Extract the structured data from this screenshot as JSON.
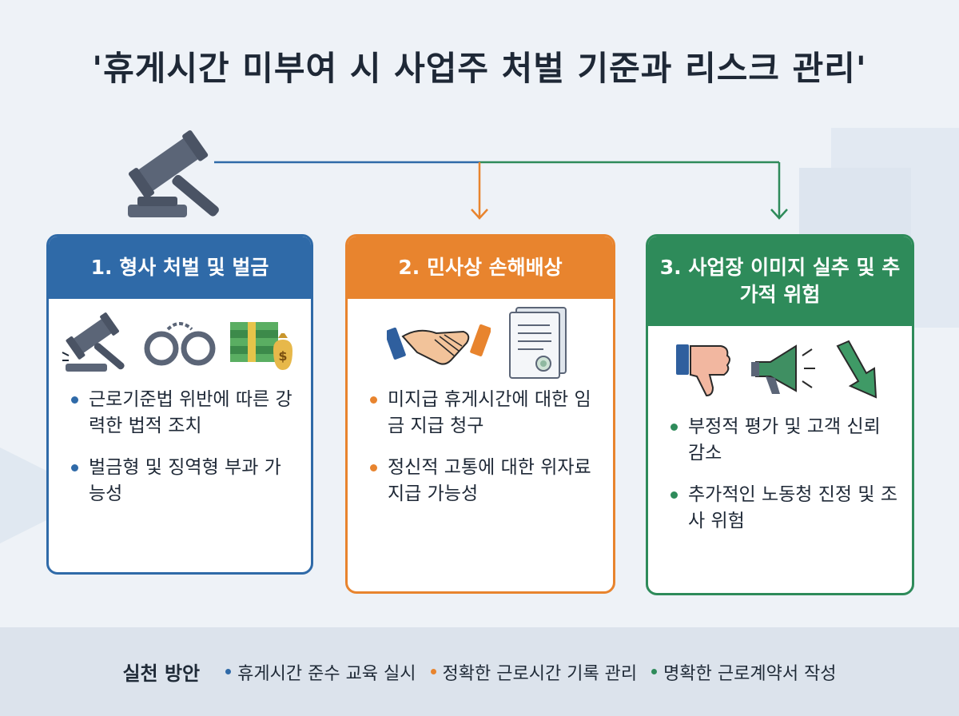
{
  "title": "'휴게시간 미부여 시 사업주 처벌 기준과 리스크 관리'",
  "colors": {
    "blue": "#2f6aa8",
    "orange": "#e8842e",
    "green": "#2e8b5a"
  },
  "cards": [
    {
      "title": "1. 형사 처벌 및 벌금",
      "icons": [
        "gavel-icon",
        "handcuffs-icon",
        "money-icon"
      ],
      "bullets": [
        "근로기준법 위반에 따른 강력한 법적 조치",
        "벌금형 및 징역형 부과 가능성"
      ]
    },
    {
      "title": "2. 민사상 손해배상",
      "icons": [
        "handshake-icon",
        "document-icon"
      ],
      "bullets": [
        "미지급 휴게시간에 대한 임금 지급 청구",
        "정신적 고통에 대한 위자료 지급 가능성"
      ]
    },
    {
      "title": "3. 사업장 이미지 실추 및 추가적 위험",
      "icons": [
        "thumbs-down-icon",
        "megaphone-icon",
        "down-arrow-icon"
      ],
      "bullets": [
        "부정적 평가 및 고객 신뢰 감소",
        "추가적인 노동청 진정 및 조사 위험"
      ]
    }
  ],
  "footer": {
    "label": "실천 방안",
    "items": [
      "휴게시간 준수 교육 실시",
      "정확한 근로시간 기록 관리",
      "명확한 근로계약서 작성"
    ]
  }
}
